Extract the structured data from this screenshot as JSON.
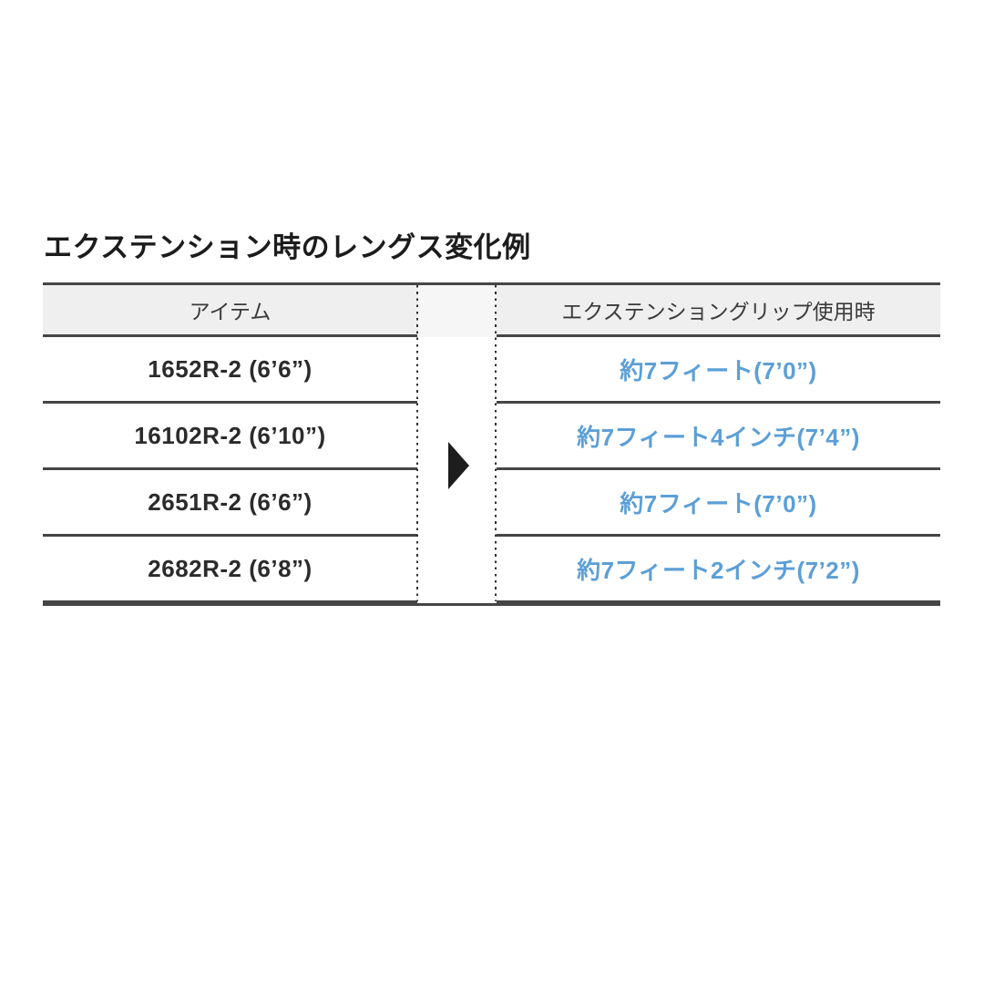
{
  "title": "エクステンション時のレングス変化例",
  "table": {
    "headers": {
      "item": "アイテム",
      "extension": "エクステンショングリップ使用時"
    },
    "rows": [
      {
        "item": "1652R-2 (6’6”)",
        "extension": "約7フィート(7’0”)"
      },
      {
        "item": "16102R-2 (6’10”)",
        "extension": "約7フィート4インチ(7’4”)"
      },
      {
        "item": "2651R-2 (6’6”)",
        "extension": "約7フィート(7’0”)"
      },
      {
        "item": "2682R-2 (6’8”)",
        "extension": "約7フィート2インチ(7’2”)"
      }
    ]
  },
  "icons": {
    "arrow": "right-arrow"
  },
  "colors": {
    "value_blue": "#5C9FD6",
    "border_dark": "#454545",
    "header_bg": "#EFEFEF",
    "title_text": "#1C1C1C",
    "body_text": "#2B2B2B"
  }
}
